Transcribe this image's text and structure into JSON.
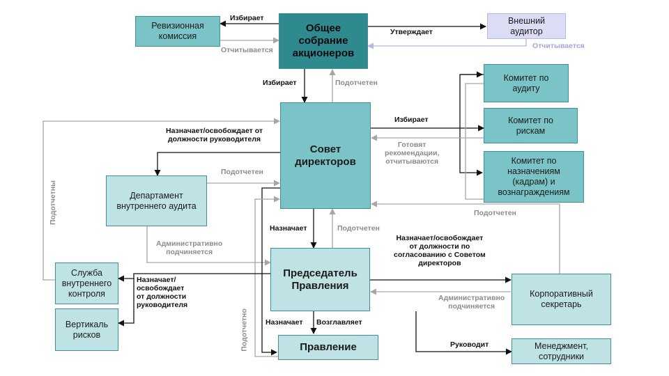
{
  "boxes": {
    "shareholders": "Общее\nсобрание\nакционеров",
    "revision": "Ревизионная\nкомиссия",
    "external_auditor": "Внешний\nаудитор",
    "board": "Совет\nдиректоров",
    "audit_committee": "Комитет  по\nаудиту",
    "risk_committee": "Комитет  по\nрискам",
    "nomination_committee": "Комитет  по\nназначениям\n(кадрам) и\nвознаграждениям",
    "internal_audit": "Департамент\nвнутреннего  аудита",
    "chairman": "Председатель\nПравления",
    "internal_control": "Служба\nвнутреннего\nконтроля",
    "risk_vertical": "Вертикаль\nрисков",
    "management_board": "Правление",
    "corporate_secretary": "Корпоративный\nсекретарь",
    "staff": "Менеджмент,\nсотрудники"
  },
  "labels": {
    "elects_revision": "Избирает",
    "reports_revision": "Отчитывается",
    "approves_auditor": "Утверждает",
    "reports_auditor": "Отчитывается",
    "elects_board": "Избирает",
    "accountable_board": "Подотчетен",
    "elects_committees": "Избирает",
    "committees_report": "Готовят\nрекомендации,\nотчитываются",
    "appoints_head_ia": "Назначает/освобождает от\nдолжности руководителя",
    "ia_accountable": "Подотчетен",
    "accountable_vertical": "Подотчетны",
    "admin_subordinate_ia": "Административно\nподчиняется",
    "appoints_chairman": "Назначает",
    "chairman_accountable": "Подотчетен",
    "appoints_secretary": "Назначает/освобождает\nот должности по\nсогласованию с Советом\nдиректоров",
    "secretary_accountable": "Подотчетен",
    "admin_subordinate_secretary": "Административно\nподчиняется",
    "appoints_ic_head": "Назначает/\nосвобождает\nот должности\nруководителя",
    "appoints_mb": "Назначает",
    "heads_mb": "Возглавляет",
    "mb_accountable": "Подотчетно",
    "manages_staff": "Руководит"
  },
  "colors": {
    "dark_box": "#2f8a90",
    "mid_box": "#7ac3c6",
    "light_box": "#bfe3e4",
    "auditor_box": "#dcdcf5",
    "black_line": "#111111",
    "gray_line": "#a6a6a6"
  }
}
